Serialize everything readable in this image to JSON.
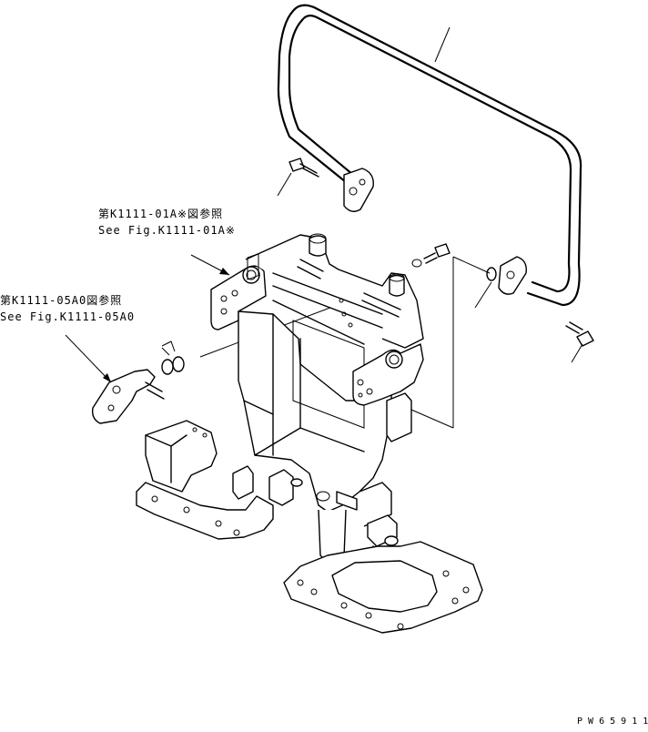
{
  "references": [
    {
      "jp": "第K1111-01A※図参照",
      "en": "See Fig.K1111-01A※"
    },
    {
      "jp": "第K1111-05A0図参照",
      "en": "See Fig.K1111-05A0"
    }
  ],
  "drawing_code": "P W 6 5 9 1 1"
}
